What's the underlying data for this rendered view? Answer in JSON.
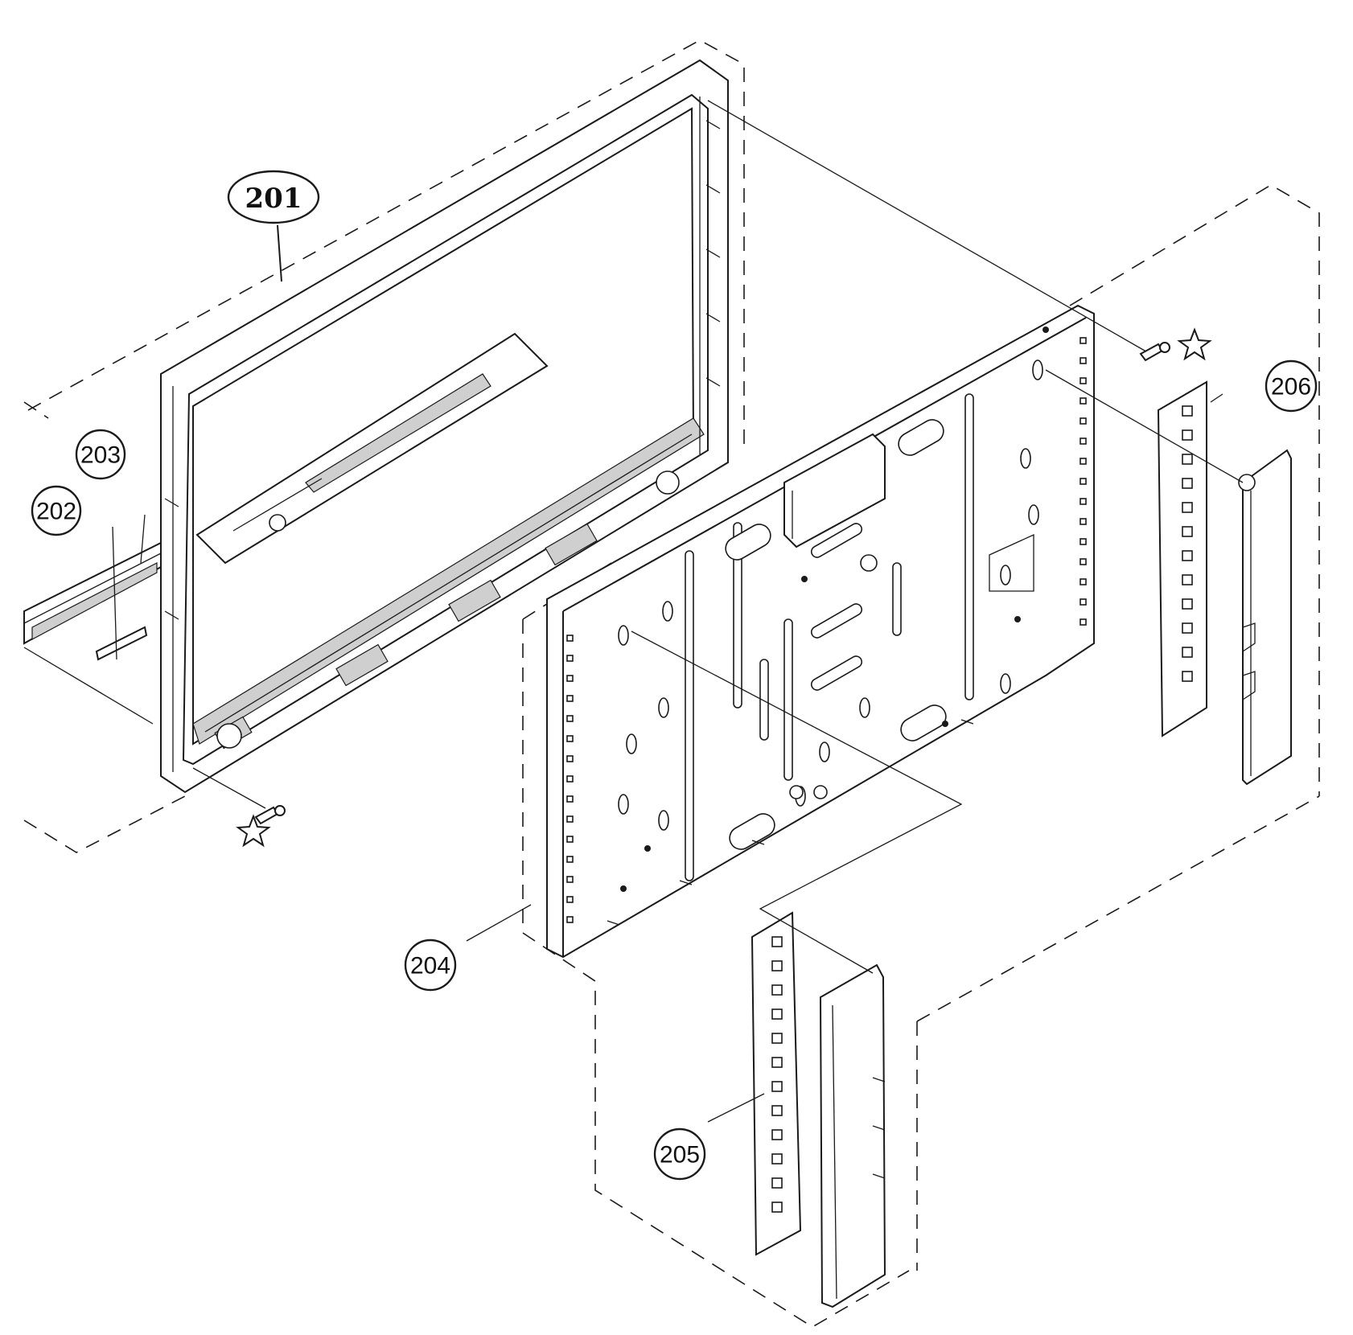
{
  "callouts": [
    {
      "id": "c201",
      "label": "201"
    },
    {
      "id": "c202",
      "label": "202"
    },
    {
      "id": "c203",
      "label": "203"
    },
    {
      "id": "c204",
      "label": "204"
    },
    {
      "id": "c205",
      "label": "205"
    },
    {
      "id": "c206",
      "label": "206"
    }
  ],
  "markers": [
    "star-marker-top",
    "star-marker-bottom"
  ],
  "colors": {
    "line": "#1a1a1a",
    "background": "#ffffff",
    "shade": "#cfcfcf"
  }
}
